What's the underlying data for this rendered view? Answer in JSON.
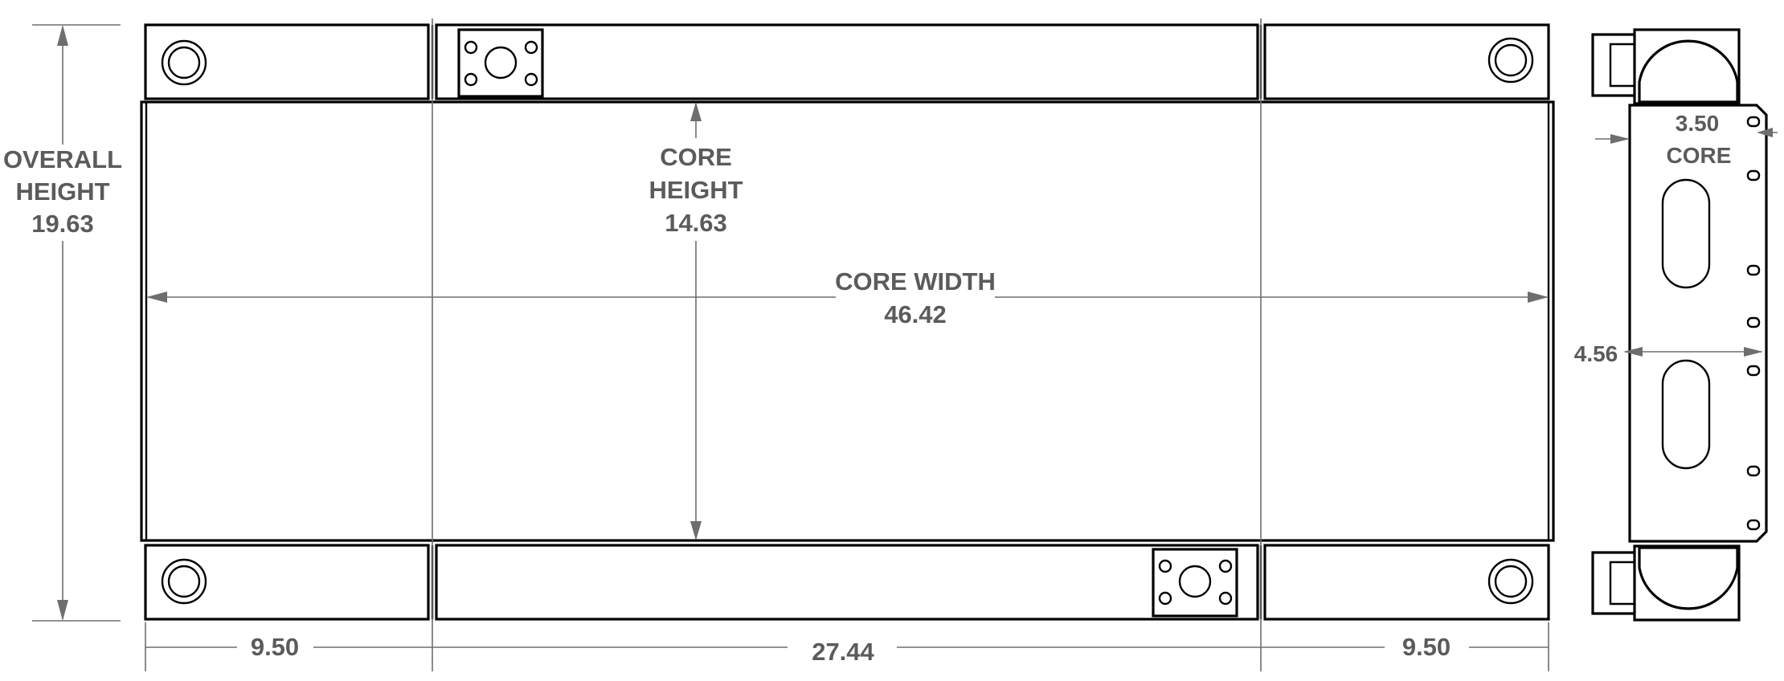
{
  "labels": {
    "overall_height_line1": "OVERALL",
    "overall_height_line2": "HEIGHT",
    "overall_height_value": "19.63",
    "core_height_line1": "CORE",
    "core_height_line2": "HEIGHT",
    "core_height_value": "14.63",
    "core_width_line1": "CORE WIDTH",
    "core_width_value": "46.42",
    "side_left_value": "9.50",
    "middle_value": "27.44",
    "side_right_value": "9.50",
    "core_depth_value": "3.50",
    "core_depth_label": "CORE",
    "side_width_value": "4.56"
  }
}
